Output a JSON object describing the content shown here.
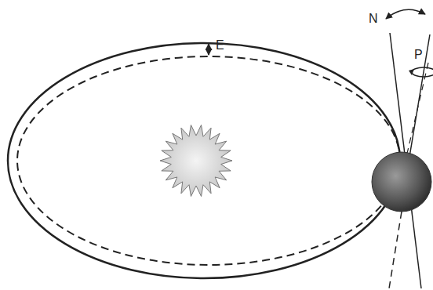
{
  "diagram": {
    "labels": [
      "E",
      "N",
      "P"
    ]
  }
}
